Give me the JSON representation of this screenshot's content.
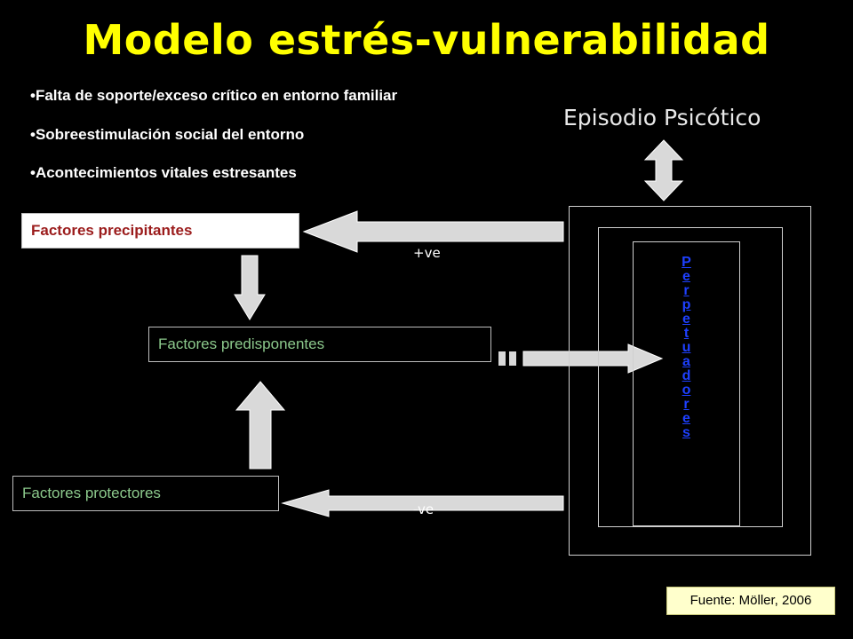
{
  "title": "Modelo estrés-vulnerabilidad",
  "bullets": [
    "•Falta de soporte/exceso crítico en entorno familiar",
    "•Sobreestimulación social del entorno",
    "•Acontecimientos vitales estresantes"
  ],
  "episode": "Episodio Psicótico",
  "boxes": {
    "precipitating": "Factores precipitantes",
    "predisposing": "Factores predisponentes",
    "protective": "Factores protectores"
  },
  "perpetuating_letters": [
    "P",
    "e",
    "r",
    "p",
    "e",
    "t",
    "u",
    "a",
    "d",
    "o",
    "r",
    "e",
    "s"
  ],
  "labels": {
    "positive": "+ve",
    "negative": "-ve"
  },
  "source": "Fuente: Möller, 2006",
  "colors": {
    "title": "#ffff00",
    "precipitating_text": "#9b1c1c",
    "factor_text": "#8cc98c",
    "perpetuating_text": "#1e40ff",
    "arrow_fill": "#d9d9d9"
  }
}
